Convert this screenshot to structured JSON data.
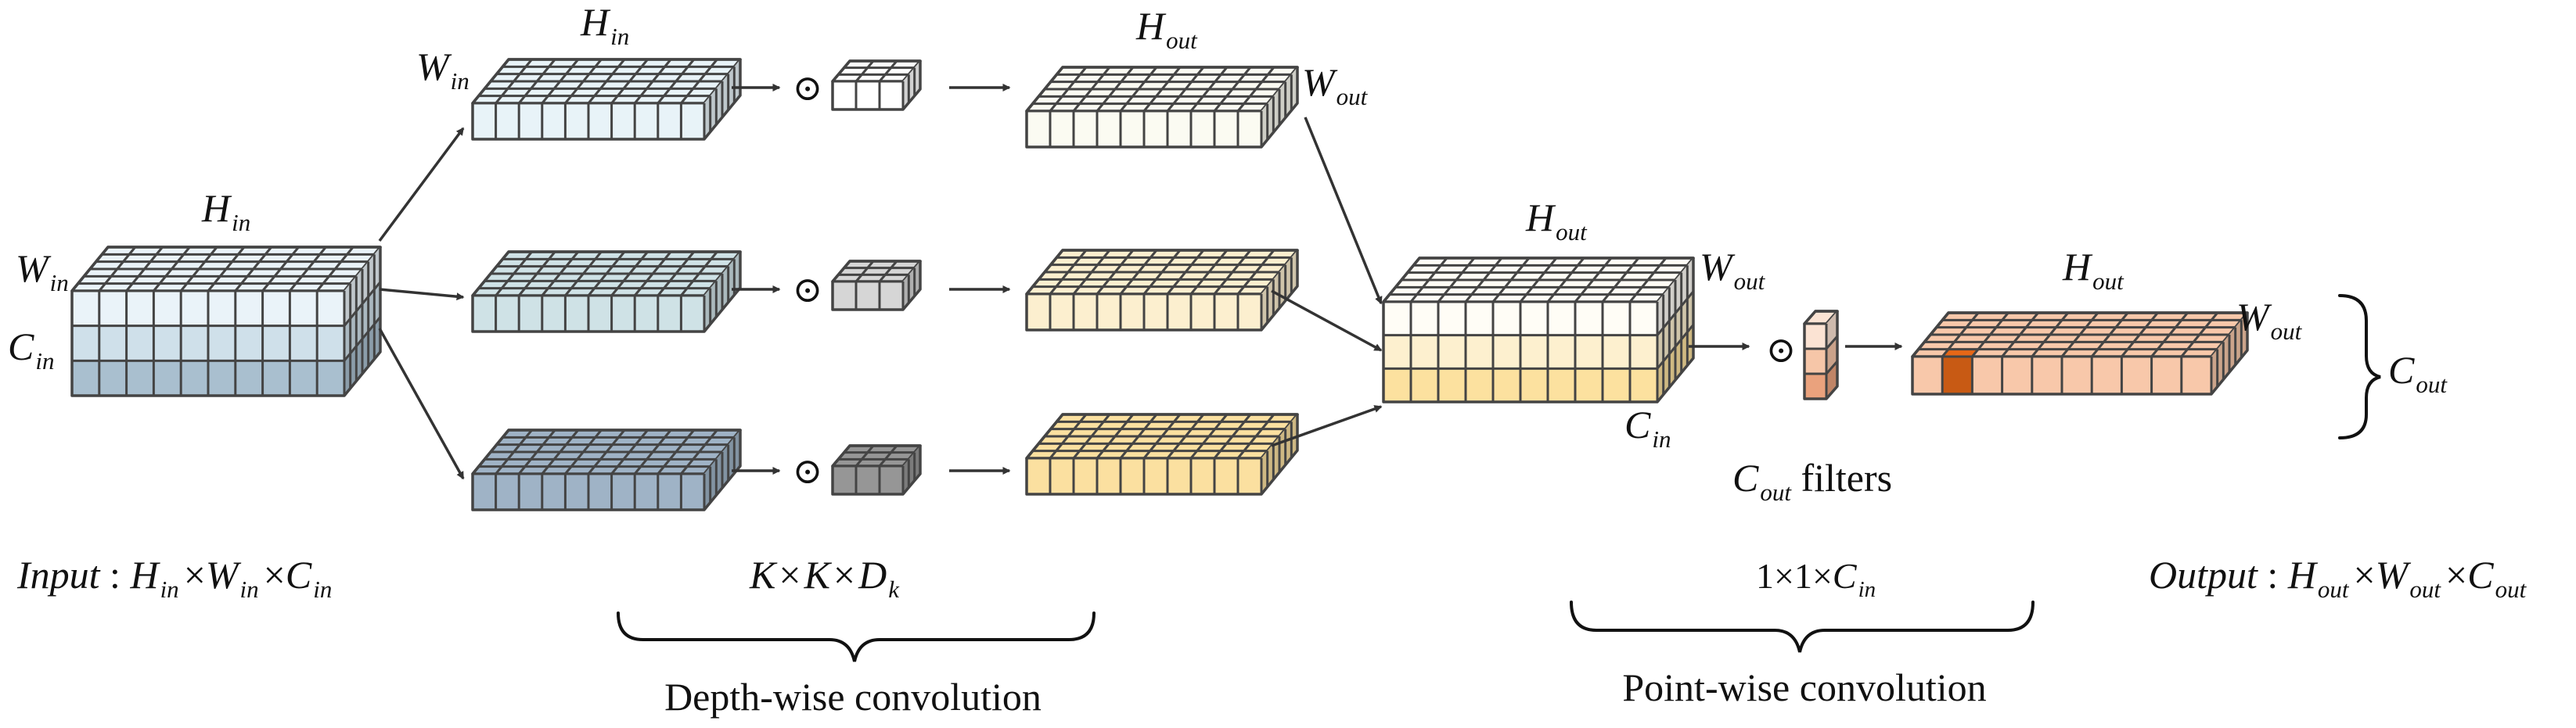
{
  "labels": {
    "h_in": "H",
    "in": "in",
    "w": "W",
    "c": "C",
    "h_out": "H",
    "out": "out",
    "filters_c": "C",
    "filters_sub": "out",
    "filters_word": " filters",
    "input_word": "Input",
    "output_word": "Output",
    "colon": " : ",
    "times": "×",
    "k": "K",
    "d": "D",
    "k_sub": "k",
    "one": "1",
    "depthwise": "Depth-wise convolution",
    "pointwise": "Point-wise convolution",
    "odot": "⊙"
  },
  "colors": {
    "input_layers": [
      "#eaf3f9",
      "#cfe0ea",
      "#a9bfcf"
    ],
    "dw_top": "#e8f3f8",
    "dw_mid": "#cfe2e6",
    "dw_bot": "#9fb3c6",
    "k_top": "#ffffff",
    "k_mid": "#d6d6d6",
    "k_bot": "#969696",
    "out_top": "#fbfbf2",
    "out_mid": "#fcefcf",
    "out_bot": "#fbe0a0",
    "stack_layers": [
      "#fffdf6",
      "#fdf0cf",
      "#fce19f"
    ],
    "pw_filter": [
      "#fbe3d3",
      "#f6c6a8",
      "#eaa27d"
    ],
    "output": "#f8c8aa",
    "output_highlight": "#c85a14"
  }
}
